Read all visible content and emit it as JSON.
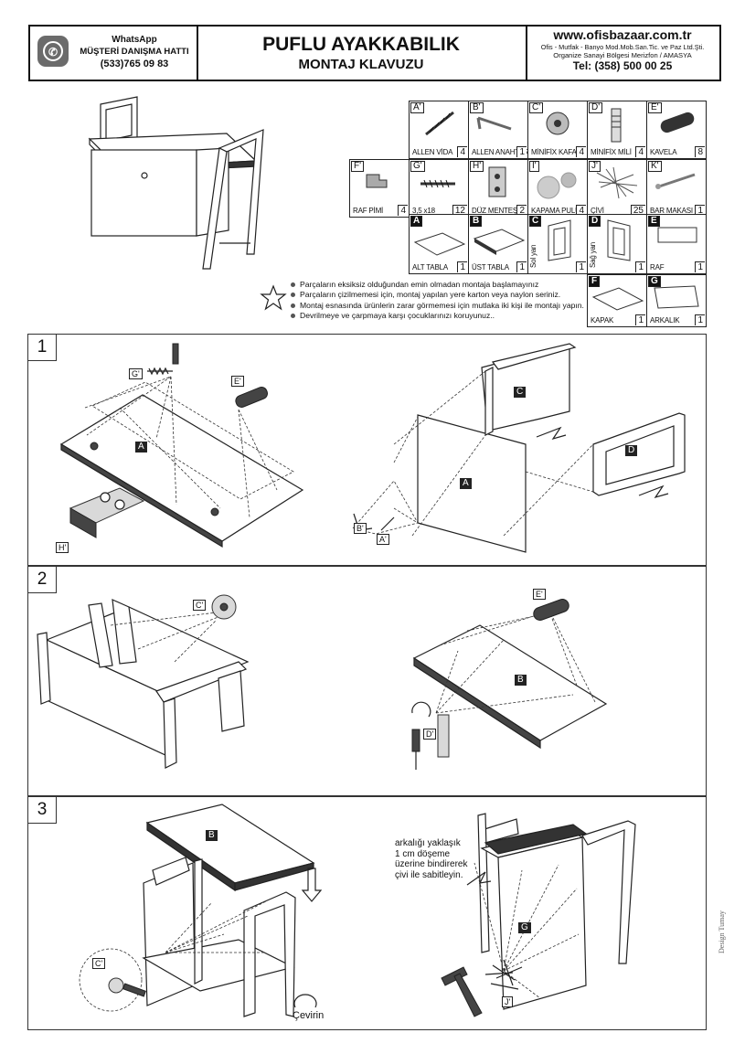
{
  "header": {
    "whatsapp_label": "WhatsApp",
    "hotline_label": "MÜŞTERİ DANIŞMA HATTI",
    "hotline_phone": "(533)765 09 83",
    "title": "PUFLU AYAKKABILIK",
    "subtitle": "MONTAJ KLAVUZU",
    "website": "www.ofisbazaar.com.tr",
    "company_line1": "Ofis - Mutfak - Banyo Mod.Mob.San.Tic. ve Paz Ltd.Şti.",
    "company_line2": "Organize Sanayi Bölgesi Merizfon / AMASYA",
    "phone": "Tel: (358) 500 00 25"
  },
  "hardware": [
    {
      "code": "A'",
      "name": "ALLEN VİDA",
      "qty": "4"
    },
    {
      "code": "B'",
      "name": "ALLEN ANAHTAR",
      "qty": "1"
    },
    {
      "code": "C'",
      "name": "MİNİFİX KAFA",
      "qty": "4"
    },
    {
      "code": "D'",
      "name": "MİNİFİX MİLİ",
      "qty": "4"
    },
    {
      "code": "E'",
      "name": "KAVELA",
      "qty": "8"
    },
    {
      "code": "F'",
      "name": "RAF PİMİ",
      "qty": "4"
    },
    {
      "code": "G'",
      "name": "3,5 x18",
      "qty": "12"
    },
    {
      "code": "H'",
      "name": "DÜZ MENTEŞE",
      "qty": "2"
    },
    {
      "code": "I'",
      "name": "KAPAMA PULU",
      "qty": "4"
    },
    {
      "code": "J'",
      "name": "ÇİVİ",
      "qty": "25"
    },
    {
      "code": "K'",
      "name": "BAR MAKASI",
      "qty": "1"
    }
  ],
  "panels": [
    {
      "code": "A",
      "name": "ALT TABLA",
      "qty": "1"
    },
    {
      "code": "B",
      "name": "ÜST TABLA",
      "qty": "1"
    },
    {
      "code": "C",
      "name": "Sol yan",
      "qty": "1"
    },
    {
      "code": "D",
      "name": "Sağ yan",
      "qty": "1"
    },
    {
      "code": "E",
      "name": "RAF",
      "qty": "1"
    },
    {
      "code": "F",
      "name": "KAPAK",
      "qty": "1"
    },
    {
      "code": "G",
      "name": "ARKALIK",
      "qty": "1"
    }
  ],
  "notes": [
    "Parçaların eksiksiz olduğundan emin olmadan montaja başlamayınız",
    "Parçaların çizilmemesi için, montaj yapılan yere karton veya naylon seriniz.",
    "Montaj esnasında  ürünlerin zarar görmemesi için mutlaka iki kişi ile montajı yapın.",
    "Devrilmeye ve çarpmaya karşı çocuklarınızı koruyunuz.."
  ],
  "steps": {
    "step1": {
      "number": "1"
    },
    "step2": {
      "number": "2"
    },
    "step3": {
      "number": "3",
      "note_line1": "arkalığı yaklaşık",
      "note_line2": "1 cm döşeme",
      "note_line3": "üzerine bindirerek",
      "note_line4": "çivi ile sabitleyin.",
      "turn_label": "Çevirin"
    }
  },
  "credit": "Design Tumay"
}
